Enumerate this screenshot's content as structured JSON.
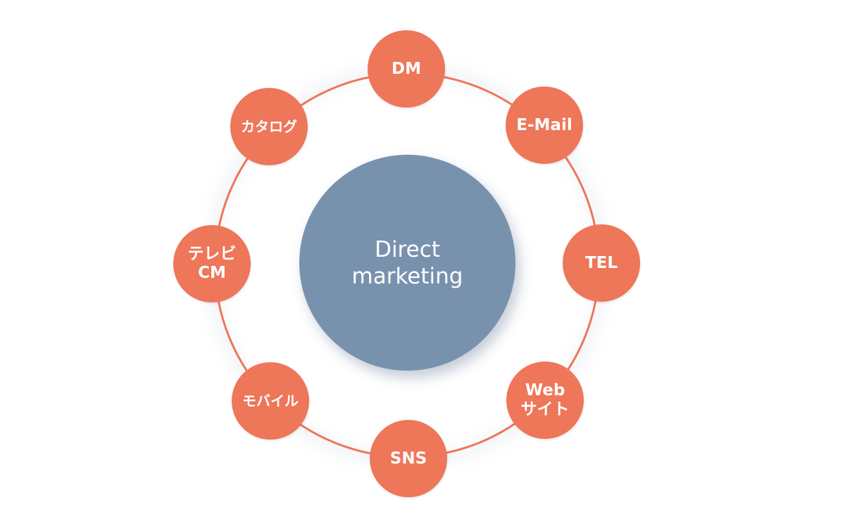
{
  "center": {
    "line1": "Direct",
    "line2": "marketing"
  },
  "nodes": {
    "dm": {
      "line1": "DM"
    },
    "email": {
      "line1": "E-Mail"
    },
    "tel": {
      "line1": "TEL"
    },
    "web": {
      "line1": "Web",
      "line2": "サイト"
    },
    "sns": {
      "line1": "SNS"
    },
    "mobile": {
      "line1": "モバイル"
    },
    "tvcm": {
      "line1": "テレビ",
      "line2": "CM"
    },
    "catalog": {
      "line1": "カタログ"
    }
  },
  "colors": {
    "center_fill": "#7892ae",
    "node_fill": "#ee7659",
    "ring_stroke": "#ee7659",
    "text": "#ffffff"
  }
}
